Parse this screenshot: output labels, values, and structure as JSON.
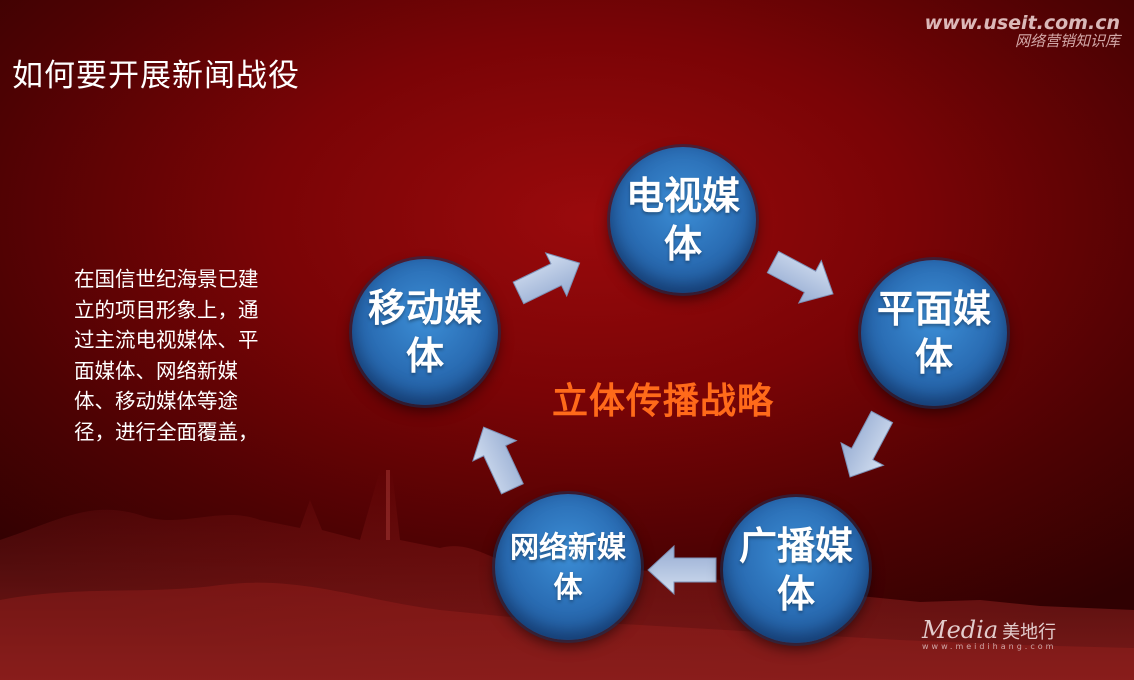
{
  "watermark": {
    "url": "www.useit.com.cn",
    "subtitle": "网络营销知识库"
  },
  "title": "如何要开展新闻战役",
  "body_text": "在国信世纪海景已建立的项目形象上，通过主流电视媒体、平面媒体、网络新媒体、移动媒体等途径，进行全面覆盖，",
  "diagram": {
    "center_label": "立体传播战略",
    "nodes": [
      {
        "id": "tv",
        "label": "电视媒体"
      },
      {
        "id": "print",
        "label": "平面媒体"
      },
      {
        "id": "radio",
        "label": "广播媒体"
      },
      {
        "id": "web",
        "label": "网络新媒体"
      },
      {
        "id": "mobile",
        "label": "移动媒体"
      }
    ],
    "flow": [
      "tv",
      "print",
      "radio",
      "web",
      "mobile",
      "tv"
    ]
  },
  "logo": {
    "name_en": "Media",
    "name_cn": "美地行",
    "url": "www.meidihang.com"
  },
  "colors": {
    "background": "#7a0406",
    "node_fill": "#2a6db4",
    "arrow_fill": "#b4c6e4",
    "center_label": "#ff6a1a",
    "text": "#ffffff"
  }
}
